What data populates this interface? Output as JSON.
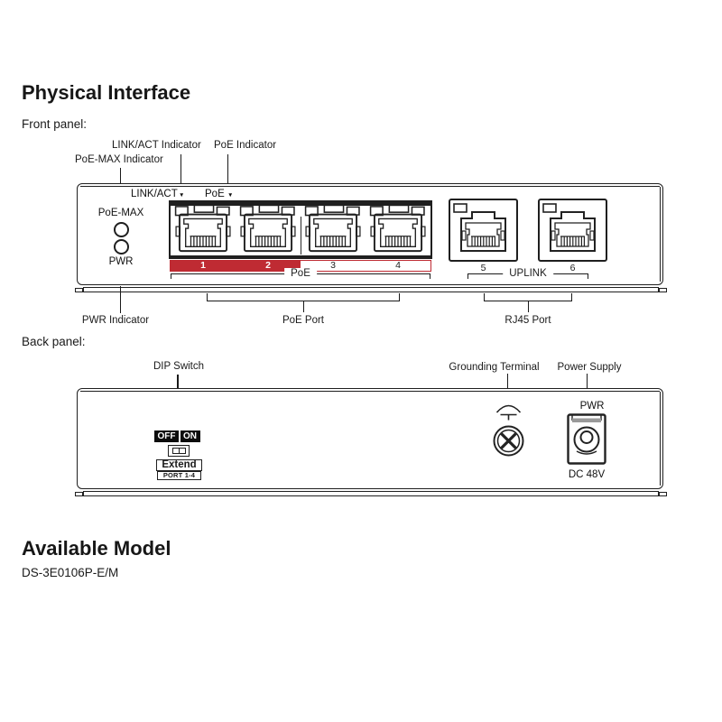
{
  "headings": {
    "title": "Physical Interface",
    "front_panel": "Front panel:",
    "back_panel": "Back panel:",
    "available_model": "Available Model",
    "model_number": "DS-3E0106P-E/M"
  },
  "front": {
    "callouts": {
      "link_act": "LINK/ACT Indicator",
      "poe": "PoE Indicator",
      "poe_max": "PoE-MAX Indicator",
      "pwr": "PWR Indicator",
      "poe_port": "PoE Port",
      "rj45_port": "RJ45 Port"
    },
    "panel": {
      "link_act_label": "LINK/ACT",
      "poe_label": "PoE",
      "arrow": "▼",
      "poe_max_label": "PoE-MAX",
      "pwr_label": "PWR",
      "poe_ports": [
        "1",
        "2",
        "3",
        "4"
      ],
      "uplink_ports": [
        "5",
        "6"
      ],
      "poe_group": "PoE",
      "uplink_group": "UPLINK"
    }
  },
  "back": {
    "callouts": {
      "dip_switch": "DIP Switch",
      "grounding_terminal": "Grounding Terminal",
      "power_supply": "Power Supply"
    },
    "panel": {
      "dip_off": "OFF",
      "dip_on": "ON",
      "extend": "Extend",
      "extend_ports": "PORT 1-4",
      "pwr": "PWR",
      "dc_rating": "DC 48V"
    }
  },
  "colors": {
    "highlight_red": "#BF2B33",
    "ink": "#1A1A1A"
  }
}
